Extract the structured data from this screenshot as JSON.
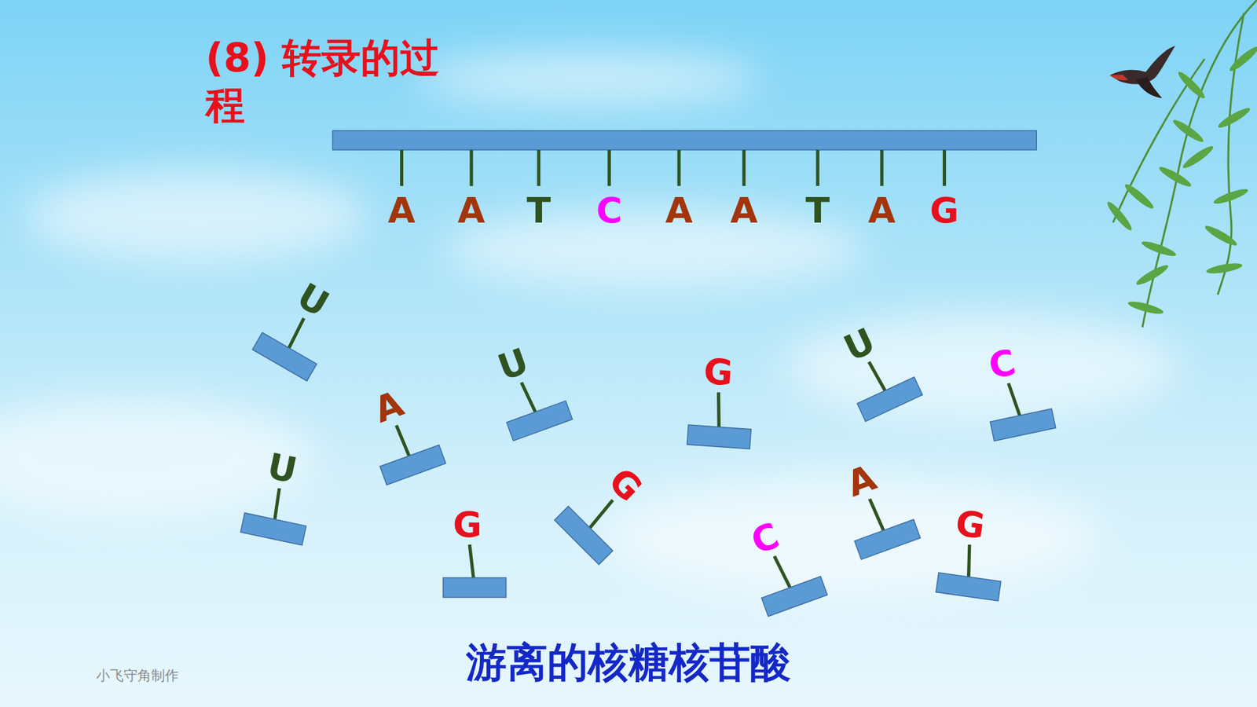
{
  "diagram": {
    "title": "(8) 转录的过程",
    "caption": "游离的核糖核苷酸",
    "labels": [
      "A",
      "A",
      "T",
      "C",
      "A",
      "A",
      "T",
      "A",
      "G",
      "U",
      "A",
      "U",
      "G",
      "U",
      "C",
      "U",
      "G",
      "G",
      "C",
      "A",
      "G",
      "小飞守角制作"
    ]
  }
}
